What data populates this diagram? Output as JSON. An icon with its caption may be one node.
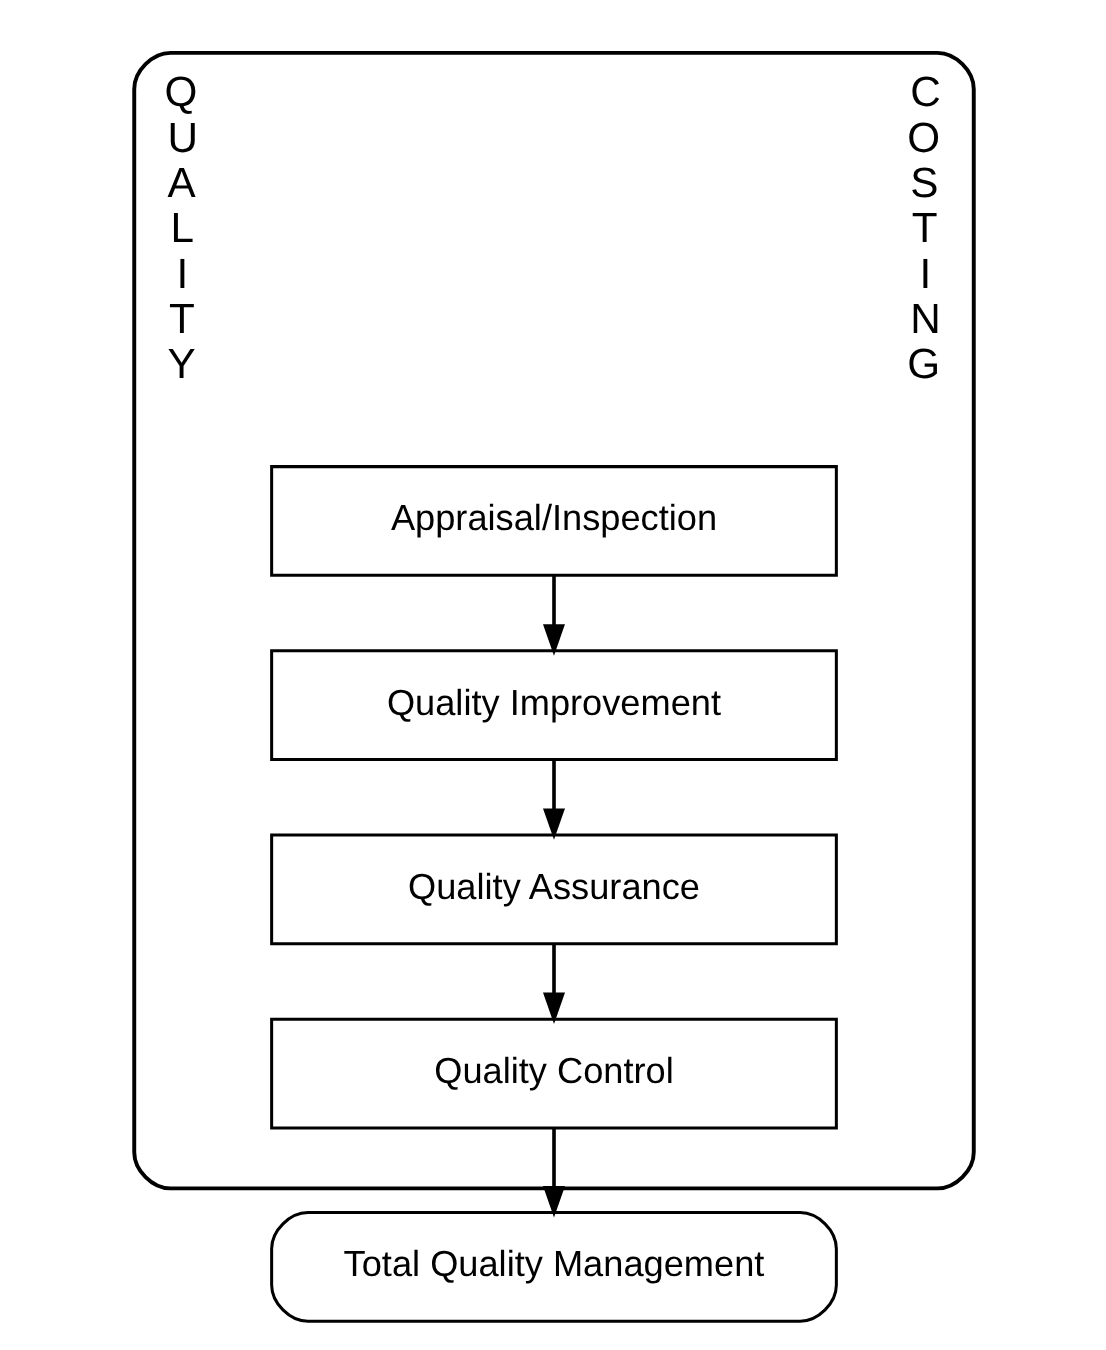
{
  "diagram": {
    "nodes": [
      {
        "text": [
          "QUALITY",
          "COSTING"
        ]
      },
      {
        "text": [
          "Appraisal/Inspection"
        ],
        "in": 0
      },
      {
        "text": [
          "Quality Improvement"
        ],
        "in": 0
      },
      {
        "text": [
          "Quality Assurance"
        ],
        "in": 0
      },
      {
        "text": [
          "Quality Control"
        ],
        "in": 0
      },
      {
        "text": [
          "Total Quality Management"
        ]
      }
    ],
    "edges": [
      {
        "from": 1,
        "to": 2,
        "arrow": "to"
      },
      {
        "from": 2,
        "to": 3,
        "arrow": "to"
      },
      {
        "from": 3,
        "to": 4,
        "arrow": "to"
      },
      {
        "from": 4,
        "to": 5,
        "arrow": "to"
      }
    ]
  }
}
